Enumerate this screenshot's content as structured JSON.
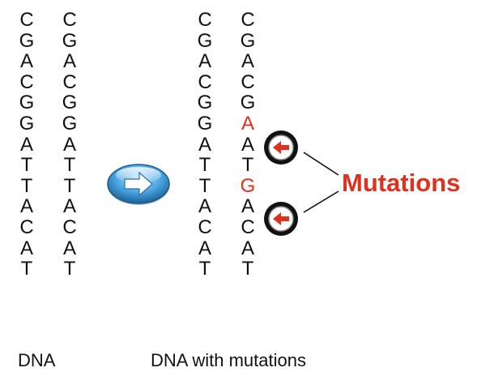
{
  "left_dna": {
    "strand1": [
      "C",
      "G",
      "A",
      "C",
      "G",
      "G",
      "A",
      "T",
      "T",
      "A",
      "C",
      "A",
      "T"
    ],
    "strand2": [
      "C",
      "G",
      "A",
      "C",
      "G",
      "G",
      "A",
      "T",
      "T",
      "A",
      "C",
      "A",
      "T"
    ],
    "caption": "DNA"
  },
  "right_dna": {
    "strand1": [
      "C",
      "G",
      "A",
      "C",
      "G",
      "G",
      "A",
      "T",
      "T",
      "A",
      "C",
      "A",
      "T"
    ],
    "strand2": [
      "C",
      "G",
      "A",
      "C",
      "G",
      "A",
      "A",
      "T",
      "G",
      "A",
      "C",
      "A",
      "T"
    ],
    "caption": "DNA with mutations",
    "mutated_indices": [
      5,
      8
    ]
  },
  "mutations_label": "Mutations",
  "icons": {
    "transform_arrow": "right-arrow-icon",
    "mutation_marker": "left-arrow-icon"
  },
  "colors": {
    "mutation": "#e0301e",
    "text": "#111111",
    "arrow_button": "#3a9ad9"
  }
}
